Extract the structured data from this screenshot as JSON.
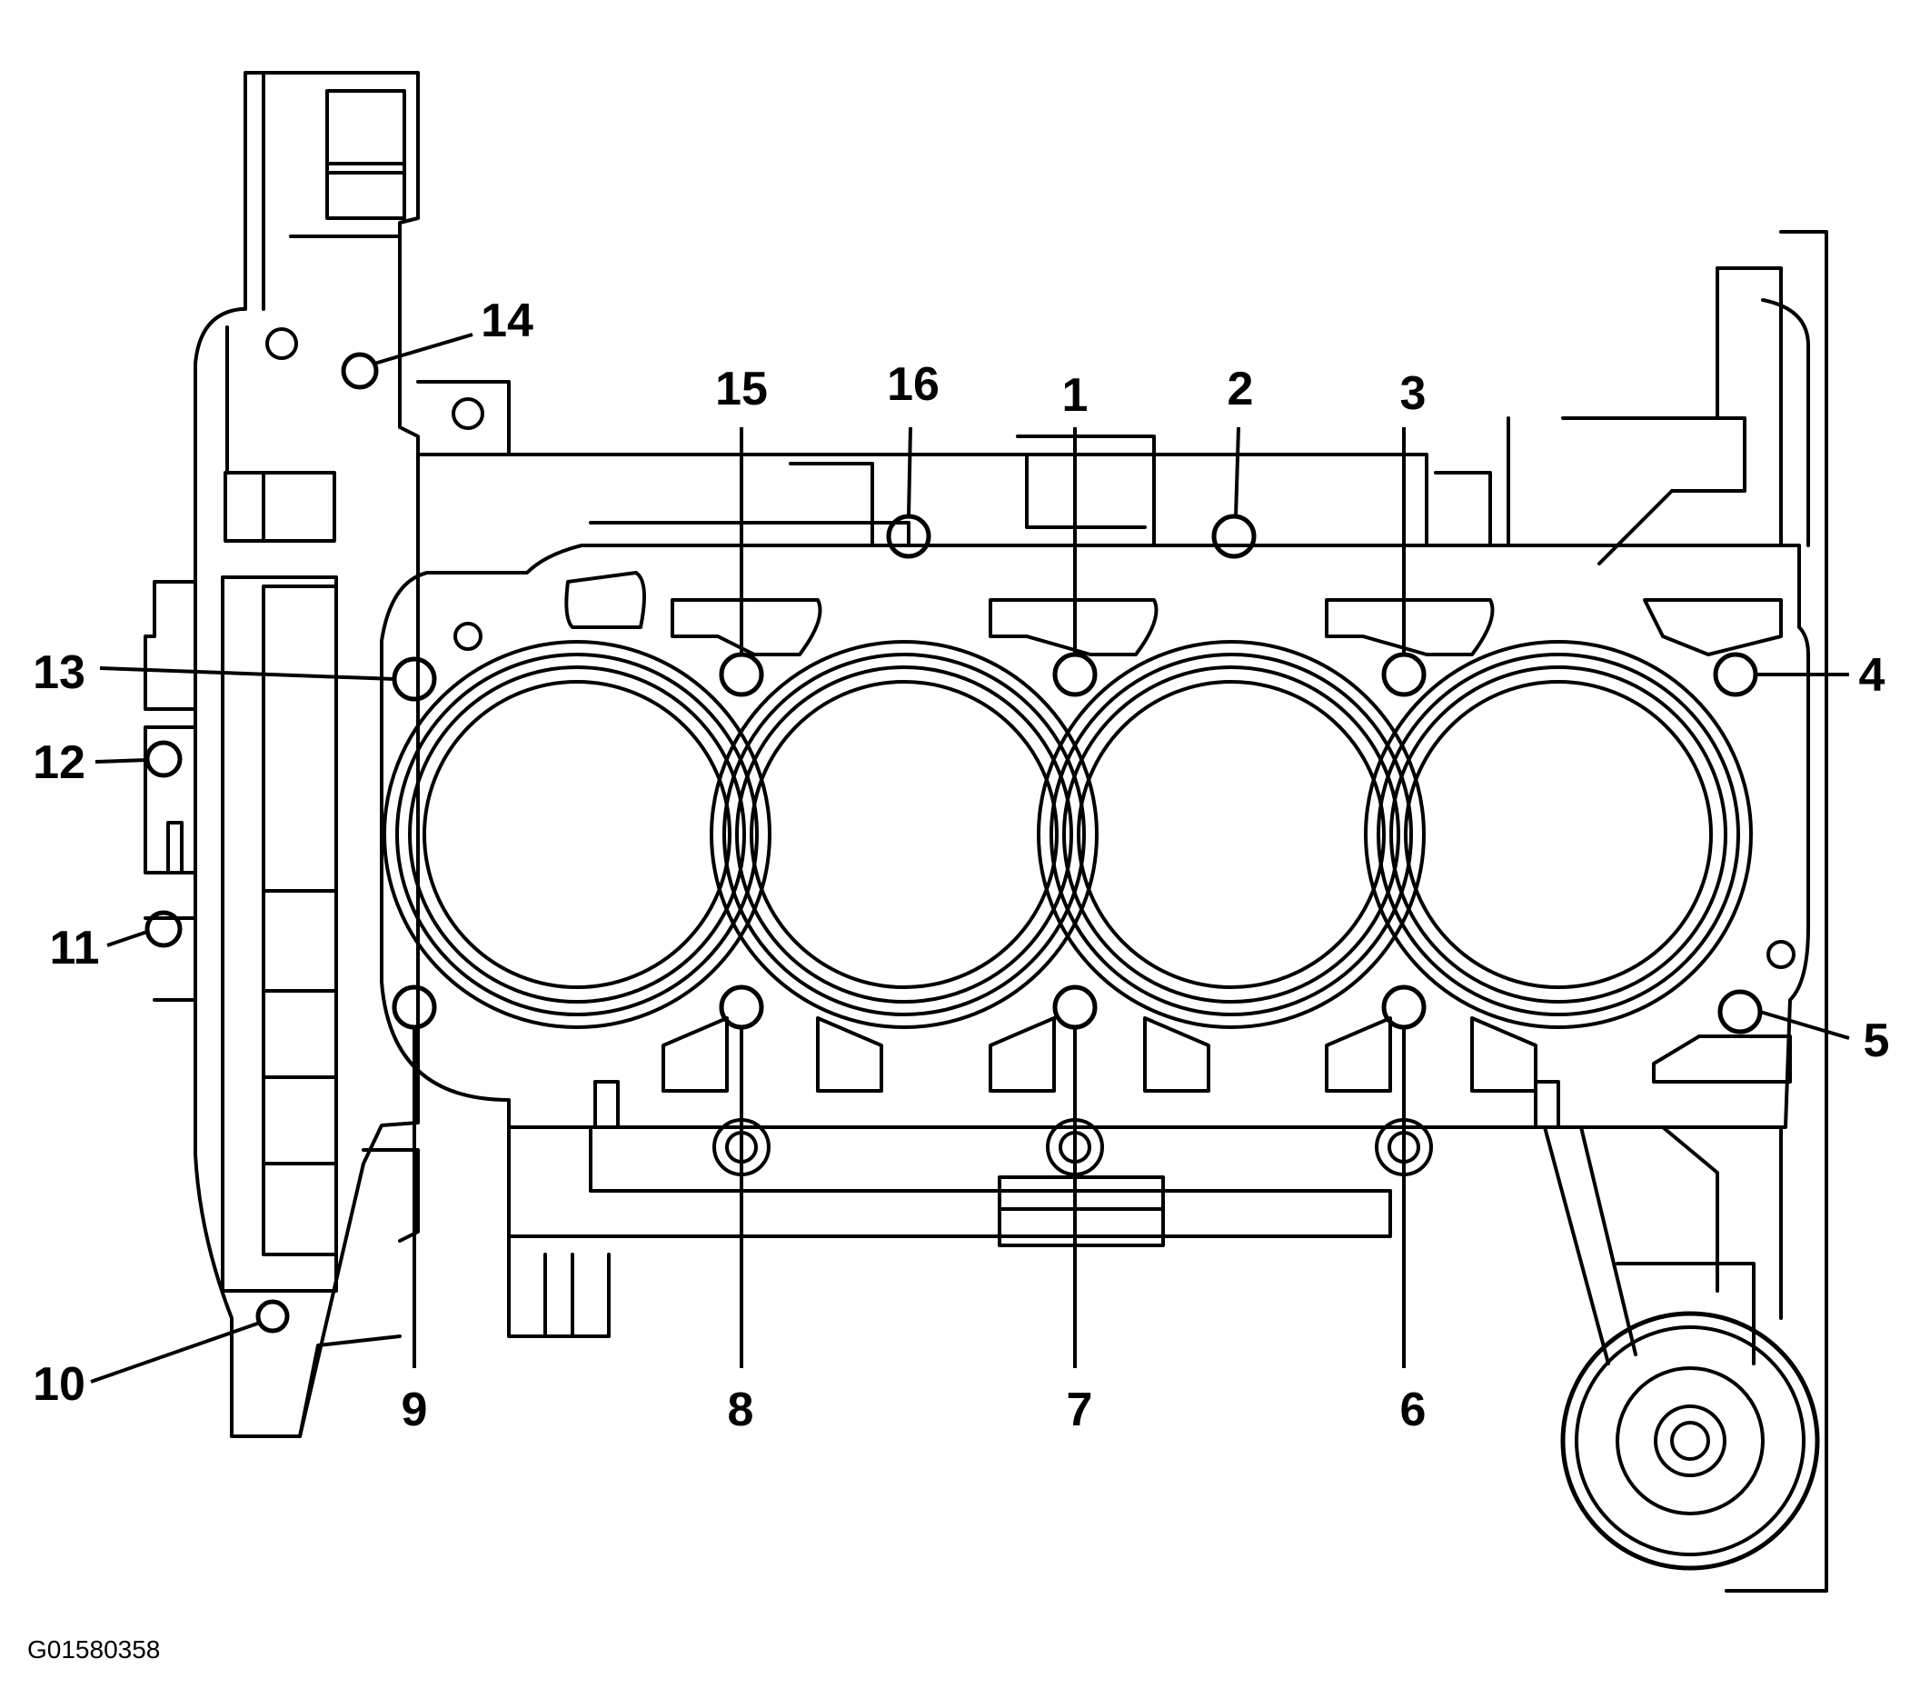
{
  "figure": {
    "figure_id": "G01580358",
    "bolt_labels": [
      "1",
      "2",
      "3",
      "4",
      "5",
      "6",
      "7",
      "8",
      "9",
      "10",
      "11",
      "12",
      "13",
      "14",
      "15",
      "16"
    ]
  }
}
